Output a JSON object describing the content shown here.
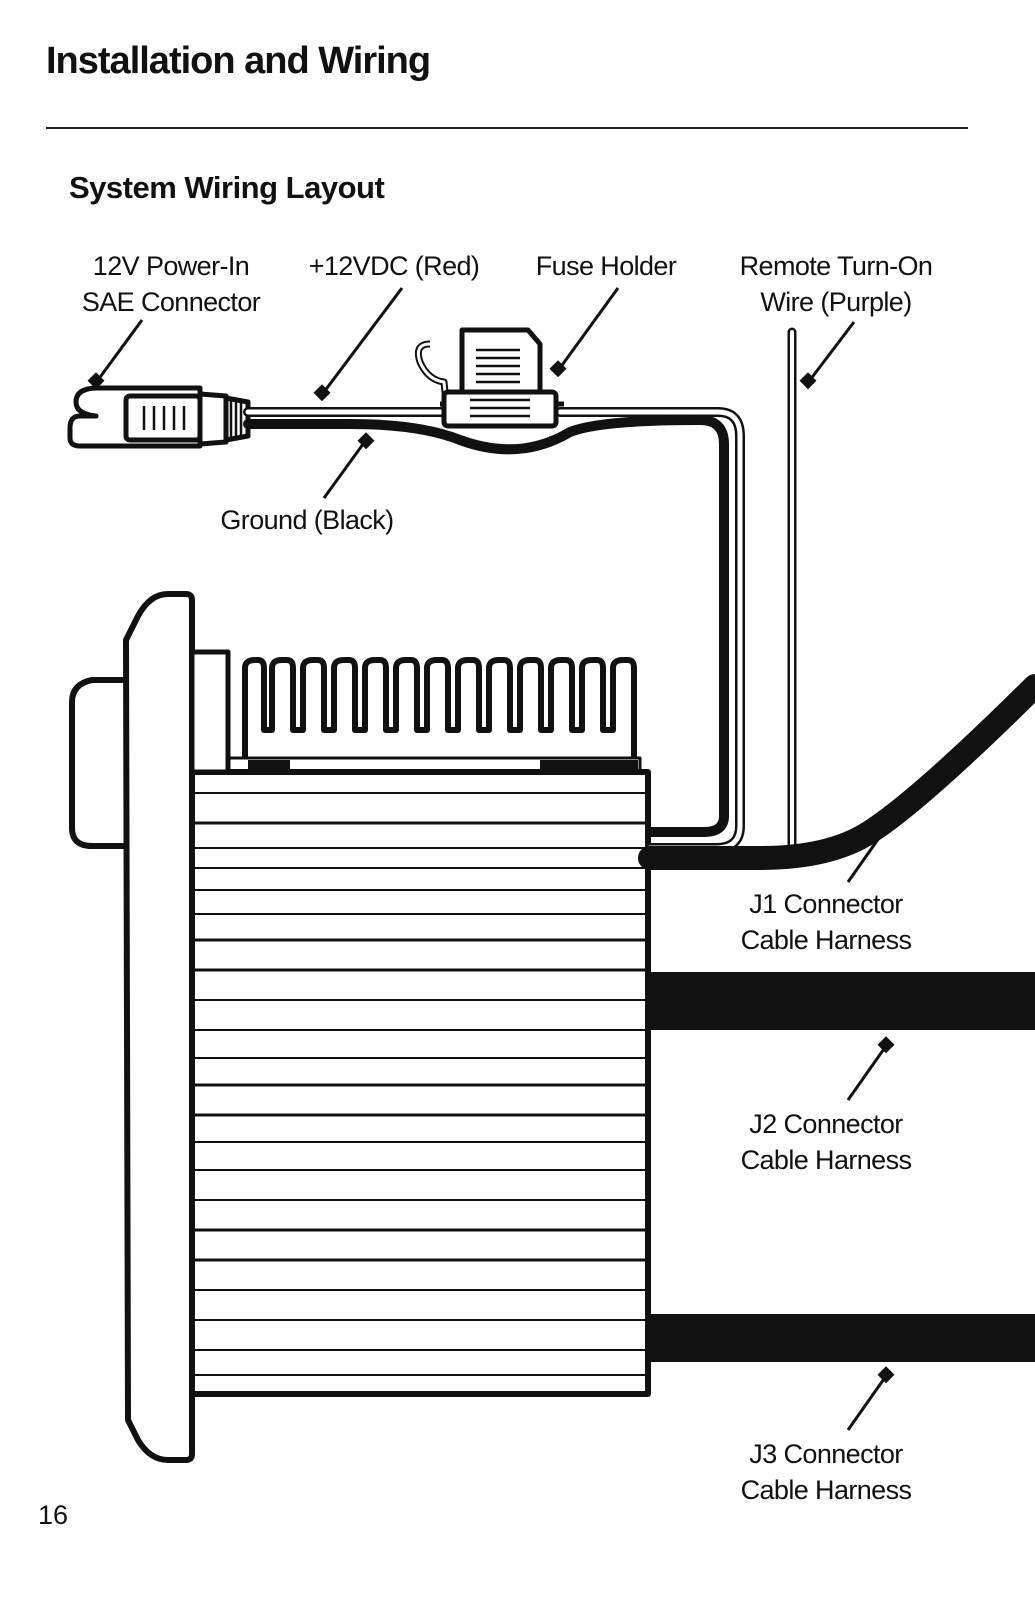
{
  "header": {
    "title": "Installation and Wiring"
  },
  "diagram": {
    "title": "System Wiring Layout",
    "labels": {
      "power_in_line1": "12V Power-In",
      "power_in_line2": "SAE Connector",
      "positive_wire": "+12VDC (Red)",
      "fuse_holder": "Fuse Holder",
      "remote_line1": "Remote Turn-On",
      "remote_line2": "Wire (Purple)",
      "ground_wire": "Ground (Black)",
      "j1_line1": "J1 Connector",
      "j1_line2": "Cable Harness",
      "j2_line1": "J2 Connector",
      "j2_line2": "Cable Harness",
      "j3_line1": "J3 Connector",
      "j3_line2": "Cable Harness"
    },
    "colors": {
      "line": "#111111",
      "background": "#ffffff"
    }
  },
  "footer": {
    "page_number": "16"
  }
}
